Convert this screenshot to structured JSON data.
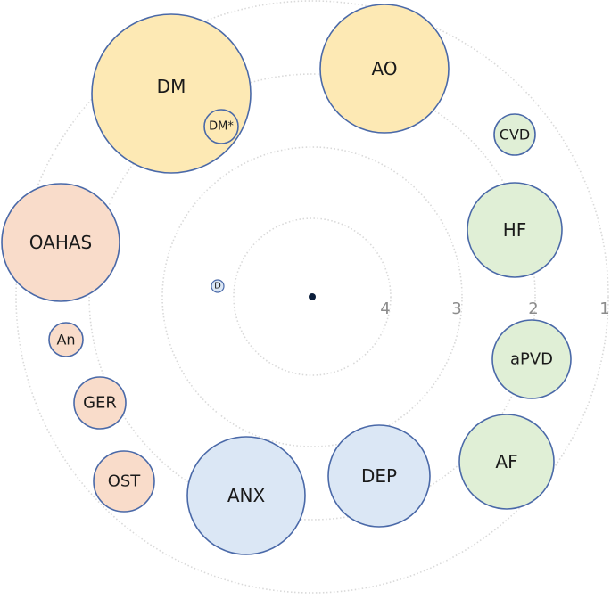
{
  "colors": {
    "yellow": "#fde9b4",
    "red": "#f9dcca",
    "blue": "#dbe7f5",
    "green": "#e0efd6",
    "stroke": "#4a69a8",
    "center": "#0b1d3a"
  },
  "ring_labels": [
    "4",
    "3",
    "2",
    "1"
  ],
  "nodes": [
    {
      "id": "DM",
      "label": "DM",
      "color": "yellow"
    },
    {
      "id": "DM*",
      "label": "DM*",
      "color": "yellow"
    },
    {
      "id": "AO",
      "label": "AO",
      "color": "yellow"
    },
    {
      "id": "CVD",
      "label": "CVD",
      "color": "green"
    },
    {
      "id": "HF",
      "label": "HF",
      "color": "green"
    },
    {
      "id": "aPVD",
      "label": "aPVD",
      "color": "green"
    },
    {
      "id": "AF",
      "label": "AF",
      "color": "green"
    },
    {
      "id": "DEP",
      "label": "DEP",
      "color": "blue"
    },
    {
      "id": "ANX",
      "label": "ANX",
      "color": "blue"
    },
    {
      "id": "D",
      "label": "D",
      "color": "blue"
    },
    {
      "id": "OAHAS",
      "label": "OAHAS",
      "color": "red"
    },
    {
      "id": "An",
      "label": "An",
      "color": "red"
    },
    {
      "id": "GER",
      "label": "GER",
      "color": "red"
    },
    {
      "id": "OST",
      "label": "OST",
      "color": "red"
    }
  ]
}
